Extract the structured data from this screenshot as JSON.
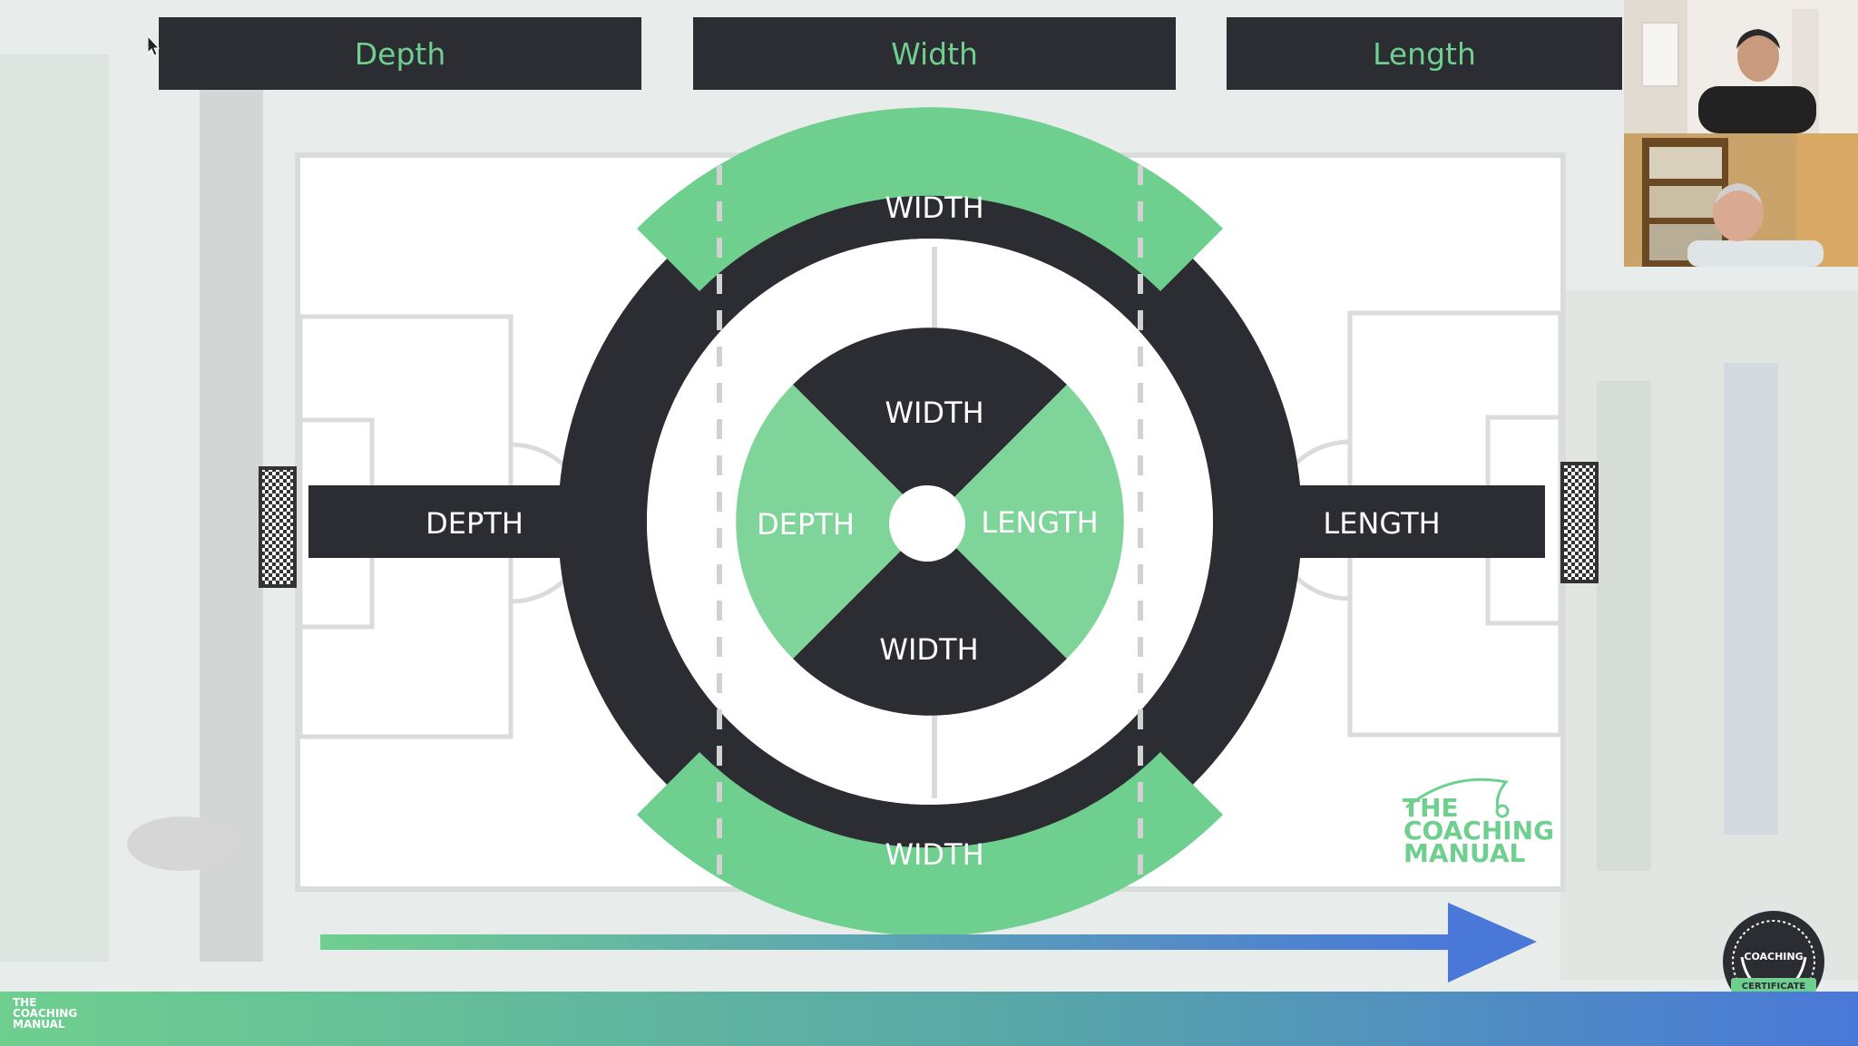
{
  "header": {
    "depth_label": "Depth",
    "width_label": "Width",
    "length_label": "Length"
  },
  "pitch": {
    "depth_bar": "DEPTH",
    "length_bar": "LENGTH",
    "outer_top": "WIDTH",
    "outer_bottom": "WIDTH",
    "inner_top": "WIDTH",
    "inner_bottom": "WIDTH",
    "inner_left": "DEPTH",
    "inner_right": "LENGTH"
  },
  "logo": {
    "line1": "THE",
    "line2": "COACHING",
    "line3": "MANUAL"
  },
  "footer_logo": {
    "line1": "THE",
    "line2": "COACHING",
    "line3": "MANUAL"
  },
  "badge": {
    "top_text": "COACHING",
    "ribbon": "CERTIFICATE"
  },
  "colors": {
    "green": "#6fcf8f",
    "dark": "#2c2d33",
    "blue": "#4a78d8"
  }
}
